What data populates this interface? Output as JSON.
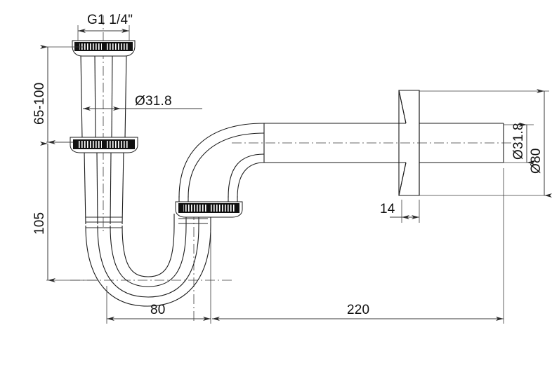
{
  "drawing": {
    "title": "P-Trap Sink Drain Dimensional Drawing",
    "type": "technical-dimension-drawing",
    "units": "mm",
    "line_color": "#1a1a1a",
    "background_color": "#ffffff"
  },
  "dimensions": {
    "thread_top": "G1 1/4\"",
    "inlet_pipe_diameter": "Ø31.8",
    "adjustable_height": "65-100",
    "trap_height": "105",
    "trap_offset": "80",
    "outlet_length": "220",
    "flange_thickness": "14",
    "outlet_pipe_diameter": "Ø31.8",
    "flange_diameter": "Ø80"
  },
  "labels": [
    {
      "id": "thread-top",
      "text": "G1 1/4\"",
      "orientation": "horizontal"
    },
    {
      "id": "inlet-diameter",
      "text": "Ø31.8",
      "orientation": "horizontal"
    },
    {
      "id": "adjustable-height",
      "text": "65-100",
      "orientation": "vertical"
    },
    {
      "id": "trap-height",
      "text": "105",
      "orientation": "vertical"
    },
    {
      "id": "trap-offset",
      "text": "80",
      "orientation": "horizontal"
    },
    {
      "id": "outlet-length",
      "text": "220",
      "orientation": "horizontal"
    },
    {
      "id": "flange-thickness",
      "text": "14",
      "orientation": "horizontal"
    },
    {
      "id": "outlet-diameter",
      "text": "Ø31.8",
      "orientation": "vertical"
    },
    {
      "id": "flange-diameter",
      "text": "Ø80",
      "orientation": "vertical"
    }
  ],
  "components": [
    {
      "id": "top-nut",
      "name": "top-coupling-nut",
      "style": "knurled"
    },
    {
      "id": "mid-nut",
      "name": "mid-coupling-nut",
      "style": "knurled"
    },
    {
      "id": "elbow-nut",
      "name": "elbow-coupling-nut",
      "style": "knurled"
    },
    {
      "id": "inlet-tube",
      "name": "vertical-inlet-tube"
    },
    {
      "id": "u-bend",
      "name": "u-bend-trap"
    },
    {
      "id": "elbow",
      "name": "90-degree-elbow"
    },
    {
      "id": "outlet-tube",
      "name": "horizontal-outlet-tube"
    },
    {
      "id": "wall-flange",
      "name": "wall-escutcheon-flange"
    }
  ]
}
